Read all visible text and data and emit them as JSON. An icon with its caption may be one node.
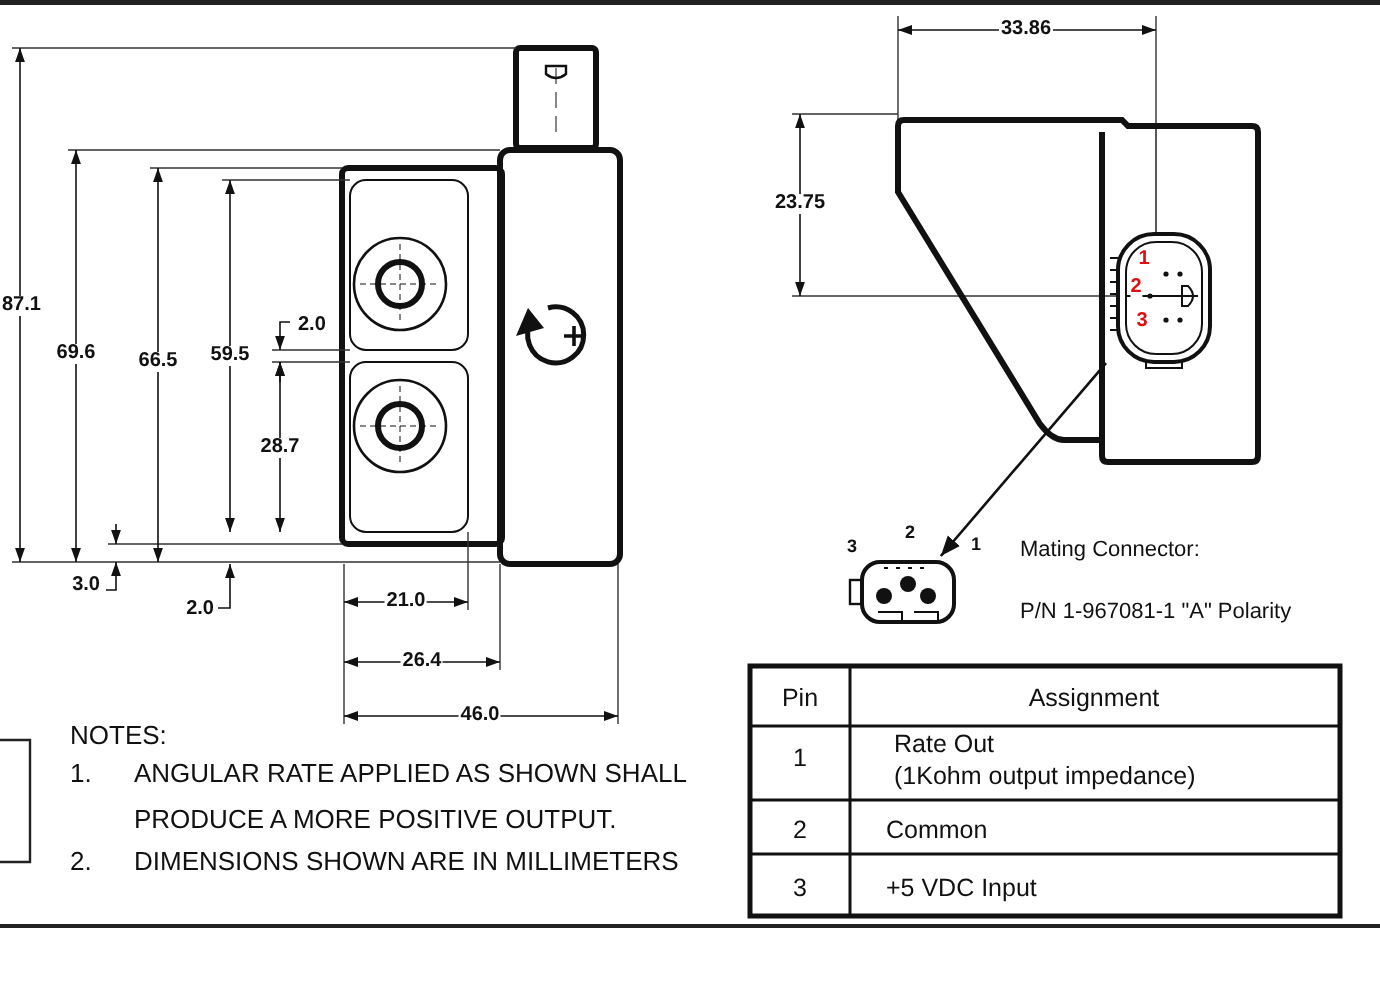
{
  "diagram": {
    "nodes": [
      {
        "text": [],
        "shape": "picture"
      },
      {
        "text": [],
        "shape": "picture"
      }
    ],
    "edges": [
      {
        "from": 0,
        "to": 1,
        "arrow": "to"
      }
    ],
    "labels": [
      "87.1",
      "69.6",
      "66.5",
      "59.5",
      "2.0",
      "28.7",
      "3.0",
      "2.0",
      "21.0",
      "26.4",
      "46.0",
      "33.86",
      "23.75",
      "1",
      "2",
      "3",
      "3",
      "2",
      "1",
      "Mating Connector:",
      "P/N 1-967081-1 \"A\" Polarity",
      "NOTES:",
      "1.",
      "ANGULAR RATE APPLIED AS SHOWN SHALL PRODUCE A MORE POSITIVE OUTPUT.",
      "2.",
      "DIMENSIONS SHOWN ARE IN MILLIMETERS",
      "Pin",
      "Assignment",
      "1",
      "Rate Out",
      "(1Kohm output impedance)",
      "2",
      "Common",
      "3",
      "+5 VDC Input"
    ]
  }
}
